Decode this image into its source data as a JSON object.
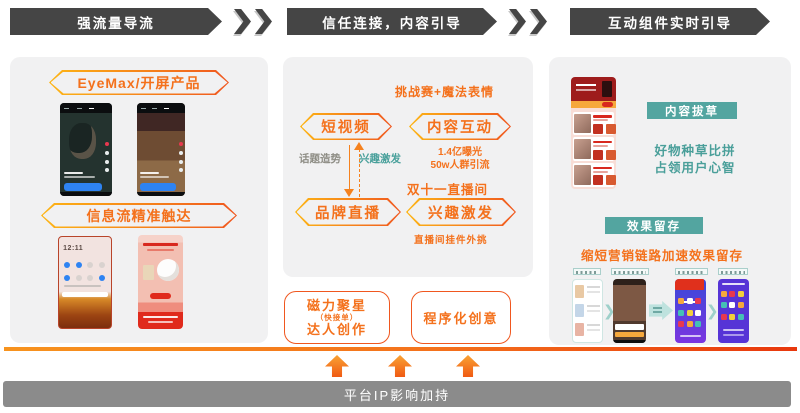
{
  "colors": {
    "accent_orange": "#F4711C",
    "accent_red": "#E8380D",
    "teal": "#53A5A0",
    "header_gray": "#454545",
    "bottom_bar_gray": "#8B8B8B",
    "panel_gray": "#F1F1F2",
    "cta_blue": "#2E83F2"
  },
  "headers": [
    {
      "label": "强流量导流"
    },
    {
      "label": "信任连接，内容引导"
    },
    {
      "label": "互动组件实时引导"
    }
  ],
  "left_panel": {
    "label_top": "EyeMax/开屏产品",
    "label_bottom": "信息流精准触达",
    "phone_time": "12:11"
  },
  "middle_panel": {
    "annotation_challenge": "挑战赛+魔法表情",
    "hex_short_video": "短视频",
    "hex_content_interaction": "内容互动",
    "stats_line1": "1.4亿曝光",
    "stats_line2": "50w人群引流",
    "flow_down_label": "话题造势",
    "flow_up_label": "兴趣激发",
    "annotation_live": "双十一直播间",
    "hex_brand_live": "品牌直播",
    "hex_interest_spark": "兴趣激发",
    "note_widget": "直播间挂件外挑",
    "box_creator": {
      "line1": "磁力聚星",
      "line2": "（快接单）",
      "line3": "达人创作"
    },
    "box_programmatic": "程序化创意"
  },
  "right_panel": {
    "banner_content": "内容拔草",
    "text_content_line1": "好物种草比拼",
    "text_content_line2": "占领用户心智",
    "banner_retention": "效果留存",
    "text_retention": "缩短营销链路加速效果留存"
  },
  "bottom_bar": {
    "label": "平台IP影响加持"
  }
}
